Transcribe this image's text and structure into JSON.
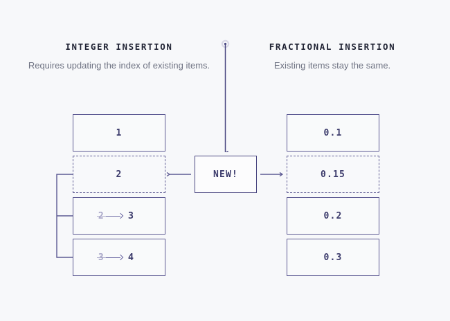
{
  "columns": {
    "left": {
      "title": "INTEGER INSERTION",
      "subtitle": "Requires updating the index of existing items.",
      "items": [
        {
          "label": "1",
          "style": "solid",
          "reindexed": false
        },
        {
          "label": "2",
          "style": "dashed",
          "reindexed": false
        },
        {
          "old": "2",
          "label": "3",
          "style": "solid",
          "reindexed": true
        },
        {
          "old": "3",
          "label": "4",
          "style": "solid",
          "reindexed": true
        }
      ]
    },
    "right": {
      "title": "FRACTIONAL INSERTION",
      "subtitle": "Existing items stay the same.",
      "items": [
        {
          "label": "0.1",
          "style": "solid",
          "reindexed": false
        },
        {
          "label": "0.15",
          "style": "dashed",
          "reindexed": false
        },
        {
          "label": "0.2",
          "style": "solid",
          "reindexed": false
        },
        {
          "label": "0.3",
          "style": "solid",
          "reindexed": false
        }
      ]
    }
  },
  "center": {
    "label": "NEW!"
  },
  "colors": {
    "background": "#f7f8fa",
    "border": "#5d5a93",
    "text": "#3b3a6b",
    "muted": "#a9a7c8",
    "subtitle": "#6f7383",
    "heading": "#1f2233",
    "wire": "#5d5a93"
  }
}
